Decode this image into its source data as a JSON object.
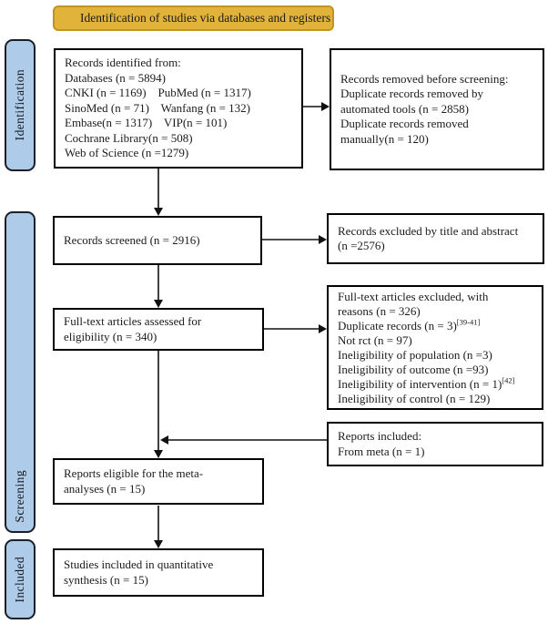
{
  "banner": {
    "label": "Identification of studies via databases and registers"
  },
  "stages": [
    {
      "label": "Identification"
    },
    {
      "label": "Screening"
    },
    {
      "label": "Included"
    }
  ],
  "boxes": {
    "identified": {
      "lines": [
        {
          "text": "Records identified from:"
        },
        {
          "text": "Databases (n = 5894)"
        },
        {
          "text": "CNKI (n = 1169)    PubMed (n = 1317)"
        },
        {
          "text": "SinoMed (n = 71)    Wanfang (n = 132)"
        },
        {
          "text": "Embase(n = 1317)    VIP(n = 101)"
        },
        {
          "text": "Cochrane Library(n = 508)"
        },
        {
          "text": "Web of Science (n =1279)"
        }
      ]
    },
    "removed": {
      "lines": [
        {
          "text": "Records removed before screening:"
        },
        {
          "text": "Duplicate records removed by"
        },
        {
          "text": "automated tools (n = 2858)"
        },
        {
          "text": "Duplicate records removed"
        },
        {
          "text": "manually(n = 120)"
        }
      ]
    },
    "screened": {
      "lines": [
        {
          "text": "Records screened (n = 2916)"
        }
      ]
    },
    "excluded_title_abstract": {
      "lines": [
        {
          "text": "Records excluded by title and abstract"
        },
        {
          "text": "(n =2576)"
        }
      ]
    },
    "fulltext_assessed": {
      "lines": [
        {
          "text": "Full-text articles assessed for"
        },
        {
          "text": "eligibility (n = 340)"
        }
      ]
    },
    "fulltext_excluded": {
      "lines": [
        {
          "text": "Full-text articles excluded, with"
        },
        {
          "text": "reasons (n = 326)"
        },
        {
          "text": "Duplicate records (n = 3)",
          "sup": "[39-41]"
        },
        {
          "text": "Not rct (n = 97)"
        },
        {
          "text": "Ineligibility of population (n =3)"
        },
        {
          "text": "Ineligibility of outcome (n =93)"
        },
        {
          "text": "Ineligibility of intervention (n = 1)",
          "sup": "[42]"
        },
        {
          "text": "Ineligibility of control (n = 129)"
        }
      ]
    },
    "reports_included": {
      "lines": [
        {
          "text": "Reports included:"
        },
        {
          "text": "From meta (n = 1)"
        }
      ]
    },
    "eligible": {
      "lines": [
        {
          "text": "Reports eligible for the meta-"
        },
        {
          "text": "analyses (n = 15)"
        }
      ]
    },
    "quantitative": {
      "lines": [
        {
          "text": "Studies included in quantitative"
        },
        {
          "text": "synthesis (n = 15)"
        }
      ]
    }
  },
  "colors": {
    "banner_bg": "#E2B33A",
    "banner_border": "#C1931F",
    "stage_bg": "#AECBE9",
    "stage_border": "#1C2026",
    "box_bg": "#FFFFFF",
    "box_border": "#000000",
    "arrow": "#111111"
  }
}
